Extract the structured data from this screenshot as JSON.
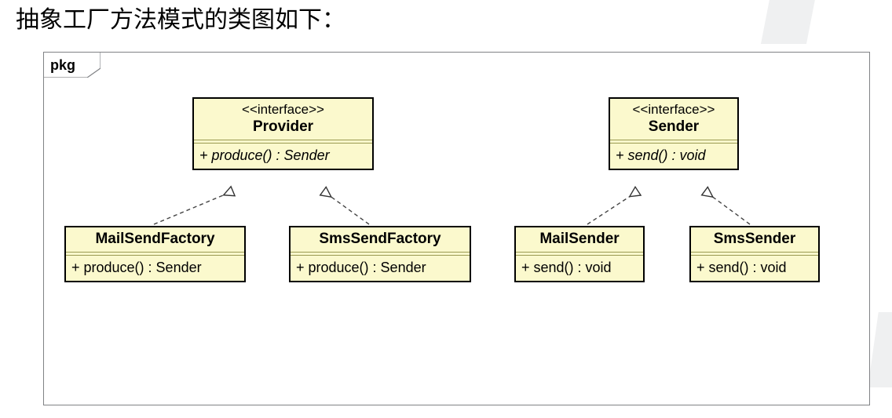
{
  "page": {
    "title": "抽象工厂方法模式的类图如下：",
    "background_color": "#ffffff"
  },
  "package": {
    "tab_label": "pkg",
    "border_color": "#808285"
  },
  "style": {
    "box_fill": "#fbf9cd",
    "box_border": "#000000",
    "separator_color": "#9a9a52",
    "connector_color": "#444444",
    "decoration_color": "#eff0f1"
  },
  "diagram": {
    "type": "uml-class-diagram",
    "classes": [
      {
        "id": "provider",
        "stereotype": "<<interface>>",
        "name": "Provider",
        "abstract": true,
        "members": [
          "+ produce() : Sender"
        ]
      },
      {
        "id": "sender",
        "stereotype": "<<interface>>",
        "name": "Sender",
        "abstract": true,
        "members": [
          "+ send() : void"
        ]
      },
      {
        "id": "mailsendfactory",
        "stereotype": "",
        "name": "MailSendFactory",
        "abstract": false,
        "members": [
          "+ produce() : Sender"
        ]
      },
      {
        "id": "smssendfactory",
        "stereotype": "",
        "name": "SmsSendFactory",
        "abstract": false,
        "members": [
          "+ produce() : Sender"
        ]
      },
      {
        "id": "mailsender",
        "stereotype": "",
        "name": "MailSender",
        "abstract": false,
        "members": [
          "+ send() : void"
        ]
      },
      {
        "id": "smssender",
        "stereotype": "",
        "name": "SmsSender",
        "abstract": false,
        "members": [
          "+ send() : void"
        ]
      }
    ],
    "relations": [
      {
        "from": "MailSendFactory",
        "to": "Provider",
        "kind": "realization"
      },
      {
        "from": "SmsSendFactory",
        "to": "Provider",
        "kind": "realization"
      },
      {
        "from": "MailSender",
        "to": "Sender",
        "kind": "realization"
      },
      {
        "from": "SmsSender",
        "to": "Sender",
        "kind": "realization"
      }
    ]
  }
}
